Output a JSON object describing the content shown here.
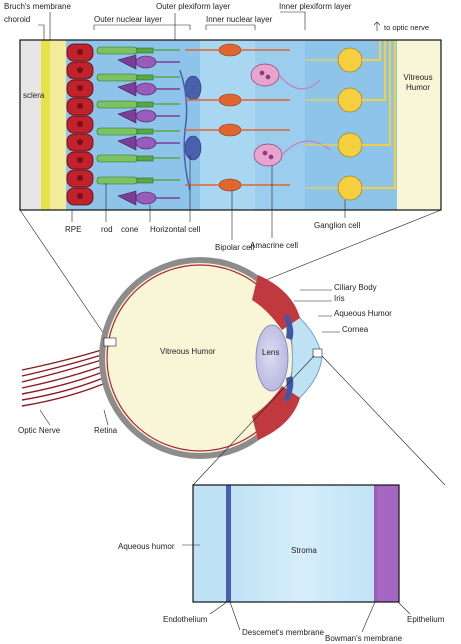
{
  "retina_panel": {
    "top_labels": {
      "bruchs_membrane": "Bruch's membrane",
      "choroid": "choroid",
      "outer_nuclear_layer": "Outer nuclear layer",
      "outer_plexiform_layer": "Outer plexiform layer",
      "inner_nuclear_layer": "Inner nuclear layer",
      "inner_plexiform_layer": "Inner plexiform layer",
      "to_optic_nerve": "to optic nerve"
    },
    "inner_labels": {
      "sclera": "sclera",
      "vitreous_line1": "Vitreous",
      "vitreous_line2": "Humor"
    },
    "bottom_labels": {
      "rpe": "RPE",
      "rod": "rod",
      "cone": "cone",
      "horizontal_cell": "Horizontal cell",
      "bipolar_cell": "Bipolar cell",
      "amacrine_cell": "Amacrine cell",
      "ganglion_cell": "Ganglion cell"
    }
  },
  "eye": {
    "ciliary_body": "Ciliary Body",
    "iris": "Iris",
    "aqueous_humor": "Aqueous Humor",
    "cornea": "Cornea",
    "vitreous_humor": "Vitreous Humor",
    "lens": "Lens",
    "optic_nerve": "Optic Nerve",
    "retina": "Retina"
  },
  "cornea_panel": {
    "aqueous_humor": "Aqueous humor",
    "stroma": "Stroma",
    "endothelium": "Endothelium",
    "descemets_membrane": "Descemet's membrane",
    "bowmans_membrane": "Bowman's membrane",
    "epithelium": "Epithelium"
  },
  "colors": {
    "sclera": "#e6e6e6",
    "choroid": "#e8e24a",
    "rpe": "#c0212b",
    "retina_blue": "#8fc4ea",
    "retina_light": "#bfe2f3",
    "rod": "#5aa845",
    "cone": "#7b3f98",
    "horizontal": "#4a5fae",
    "bipolar": "#e0662f",
    "amacrine": "#e9a3cf",
    "ganglion": "#f4d03f",
    "vitreous": "#f8f6d6",
    "lens": "#c5c6e6",
    "muscle": "#b22234",
    "iris": "#3f57a6"
  }
}
